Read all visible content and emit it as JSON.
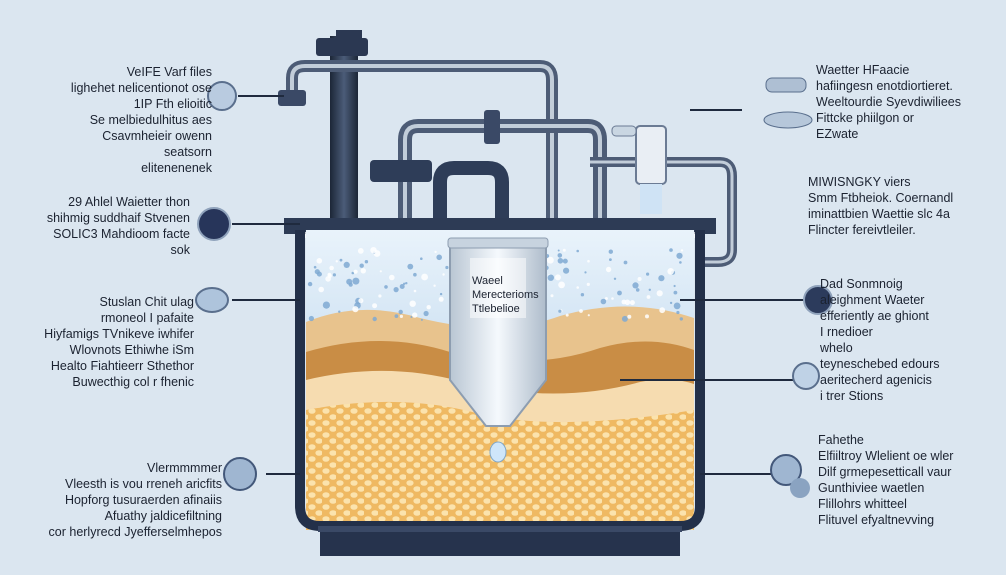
{
  "left_groups": [
    {
      "lines": [
        "VeIFE Varf files",
        "lighehet nelicentionot ose",
        "1IP Fth elioitic",
        "Se melbiedulhitus aes",
        "Csavmheieir owenn",
        "seatsorn",
        "elitenenenek"
      ]
    },
    {
      "lines": [
        "29 Ahlel Waietter thon",
        "shihmig suddhaif Stvenen",
        "SOLIC3 Mahdioom facte",
        "sok"
      ]
    },
    {
      "lines": [
        "Stuslan Chit ulag",
        "rmoneol I pafaite",
        "Hiyfamigs TVnikeve iwhifer",
        "Wlovnots Ethiwhe iSm",
        "Healto Fiahtieerr Sthethor",
        "Buwecthig col r fhenic"
      ]
    },
    {
      "lines": [
        "Vlermmmmer",
        "Vleesth is vou rreneh aricfits",
        "Hopforg tusuraerden afinaiis",
        "Afuathy jaldicefiltning",
        "cor herlyrecd Jyefferselmhepos"
      ]
    }
  ],
  "right_groups": [
    {
      "lines": [
        "Waetter HFaacie",
        "hafiingesn enotdiortieret.",
        "Weeltourdie Syevdiwiliees",
        "Fittcke phiilgon or",
        "EZwate"
      ]
    },
    {
      "lines": [
        "MIWISNGKY viers",
        "Smm Ftbheiok. Coernandl",
        "iminattbien Waettie slc 4a",
        "Flincter fereivtleiler."
      ]
    },
    {
      "lines": [
        "Dad Sonmnoig",
        "aleighment Waeter",
        "efferiently ae ghiont",
        "I rnedioer",
        "whelo",
        "teyneschebed edours",
        "aeritecherd agenicis",
        "i trer Stions"
      ]
    },
    {
      "lines": [
        "Fahethe",
        "Elfiiltroy Wlelient oe wler",
        "Dilf grmepesetticall vaur",
        "Gunthiviee waetlen",
        "Flillohrs whitteel",
        "Flituvel efyaltnevving"
      ]
    }
  ],
  "filter_cartridge": {
    "lines": [
      "Waeel",
      "Merecterioms",
      "Ttlebelioe"
    ]
  },
  "icons": [
    "valve-icon",
    "faucet-icon",
    "filter-element-icon",
    "water-drop-icon",
    "pipe-fitting-icon",
    "magnifier-icon",
    "cartridge-icon",
    "sediment-icon"
  ],
  "colors": {
    "background": "#dbe6f0",
    "pipe": "#2e3d58",
    "tank_outline": "#233049",
    "water": "#b9d6ee",
    "sand": "#d5a35f",
    "gravel": "#f0bf67",
    "leader_line": "#1f2a3e"
  }
}
